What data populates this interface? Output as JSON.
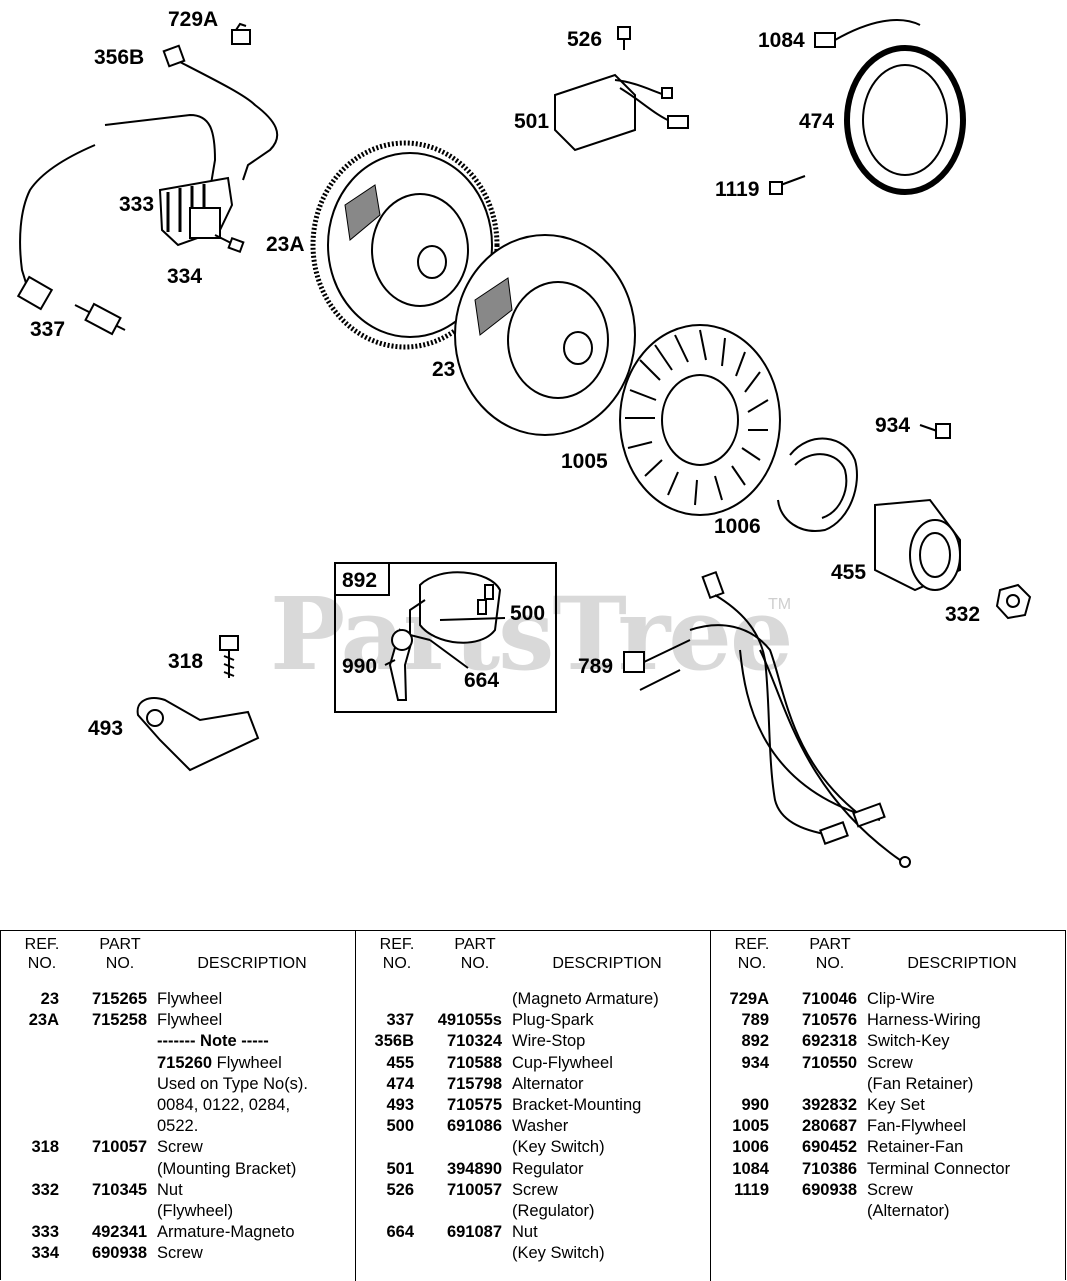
{
  "diagram": {
    "watermark": "PartsTree",
    "trademark": "TM",
    "callouts": [
      "729A",
      "356B",
      "333",
      "334",
      "337",
      "23A",
      "23",
      "526",
      "501",
      "1084",
      "474",
      "1119",
      "1005",
      "934",
      "1006",
      "455",
      "332",
      "892",
      "500",
      "990",
      "664",
      "318",
      "493",
      "789"
    ]
  },
  "table": {
    "headers": {
      "ref": [
        "REF.",
        "NO."
      ],
      "part": [
        "PART",
        "NO."
      ],
      "desc": "DESCRIPTION"
    },
    "columns": [
      [
        {
          "ref": "23",
          "part": "715265",
          "desc": "Flywheel"
        },
        {
          "ref": "23A",
          "part": "715258",
          "desc": "Flywheel"
        },
        {
          "ref": "",
          "part": "",
          "desc": "------- Note -----",
          "bold": true
        },
        {
          "ref": "",
          "part": "",
          "desc": "715260 Flywheel",
          "bold_prefix": "715260"
        },
        {
          "ref": "",
          "part": "",
          "desc": "Used on Type No(s)."
        },
        {
          "ref": "",
          "part": "",
          "desc": "0084, 0122, 0284,"
        },
        {
          "ref": "",
          "part": "",
          "desc": "0522."
        },
        {
          "ref": "318",
          "part": "710057",
          "desc": "Screw"
        },
        {
          "ref": "",
          "part": "",
          "desc": "(Mounting Bracket)"
        },
        {
          "ref": "332",
          "part": "710345",
          "desc": "Nut"
        },
        {
          "ref": "",
          "part": "",
          "desc": "(Flywheel)"
        },
        {
          "ref": "333",
          "part": "492341",
          "desc": "Armature-Magneto"
        },
        {
          "ref": "334",
          "part": "690938",
          "desc": "Screw"
        }
      ],
      [
        {
          "ref": "",
          "part": "",
          "desc": "(Magneto Armature)"
        },
        {
          "ref": "337",
          "part": "491055s",
          "desc": "Plug-Spark"
        },
        {
          "ref": "356B",
          "part": "710324",
          "desc": "Wire-Stop"
        },
        {
          "ref": "455",
          "part": "710588",
          "desc": "Cup-Flywheel"
        },
        {
          "ref": "474",
          "part": "715798",
          "desc": "Alternator"
        },
        {
          "ref": "493",
          "part": "710575",
          "desc": "Bracket-Mounting"
        },
        {
          "ref": "500",
          "part": "691086",
          "desc": "Washer"
        },
        {
          "ref": "",
          "part": "",
          "desc": "(Key Switch)"
        },
        {
          "ref": "501",
          "part": "394890",
          "desc": "Regulator"
        },
        {
          "ref": "526",
          "part": "710057",
          "desc": "Screw"
        },
        {
          "ref": "",
          "part": "",
          "desc": "(Regulator)"
        },
        {
          "ref": "664",
          "part": "691087",
          "desc": "Nut"
        },
        {
          "ref": "",
          "part": "",
          "desc": "(Key Switch)"
        }
      ],
      [
        {
          "ref": "729A",
          "part": "710046",
          "desc": "Clip-Wire"
        },
        {
          "ref": "789",
          "part": "710576",
          "desc": "Harness-Wiring"
        },
        {
          "ref": "892",
          "part": "692318",
          "desc": "Switch-Key"
        },
        {
          "ref": "934",
          "part": "710550",
          "desc": "Screw"
        },
        {
          "ref": "",
          "part": "",
          "desc": "(Fan Retainer)"
        },
        {
          "ref": "990",
          "part": "392832",
          "desc": "Key Set"
        },
        {
          "ref": "1005",
          "part": "280687",
          "desc": "Fan-Flywheel"
        },
        {
          "ref": "1006",
          "part": "690452",
          "desc": "Retainer-Fan"
        },
        {
          "ref": "1084",
          "part": "710386",
          "desc": "Terminal Connector"
        },
        {
          "ref": "1119",
          "part": "690938",
          "desc": "Screw"
        },
        {
          "ref": "",
          "part": "",
          "desc": "(Alternator)"
        }
      ]
    ]
  }
}
